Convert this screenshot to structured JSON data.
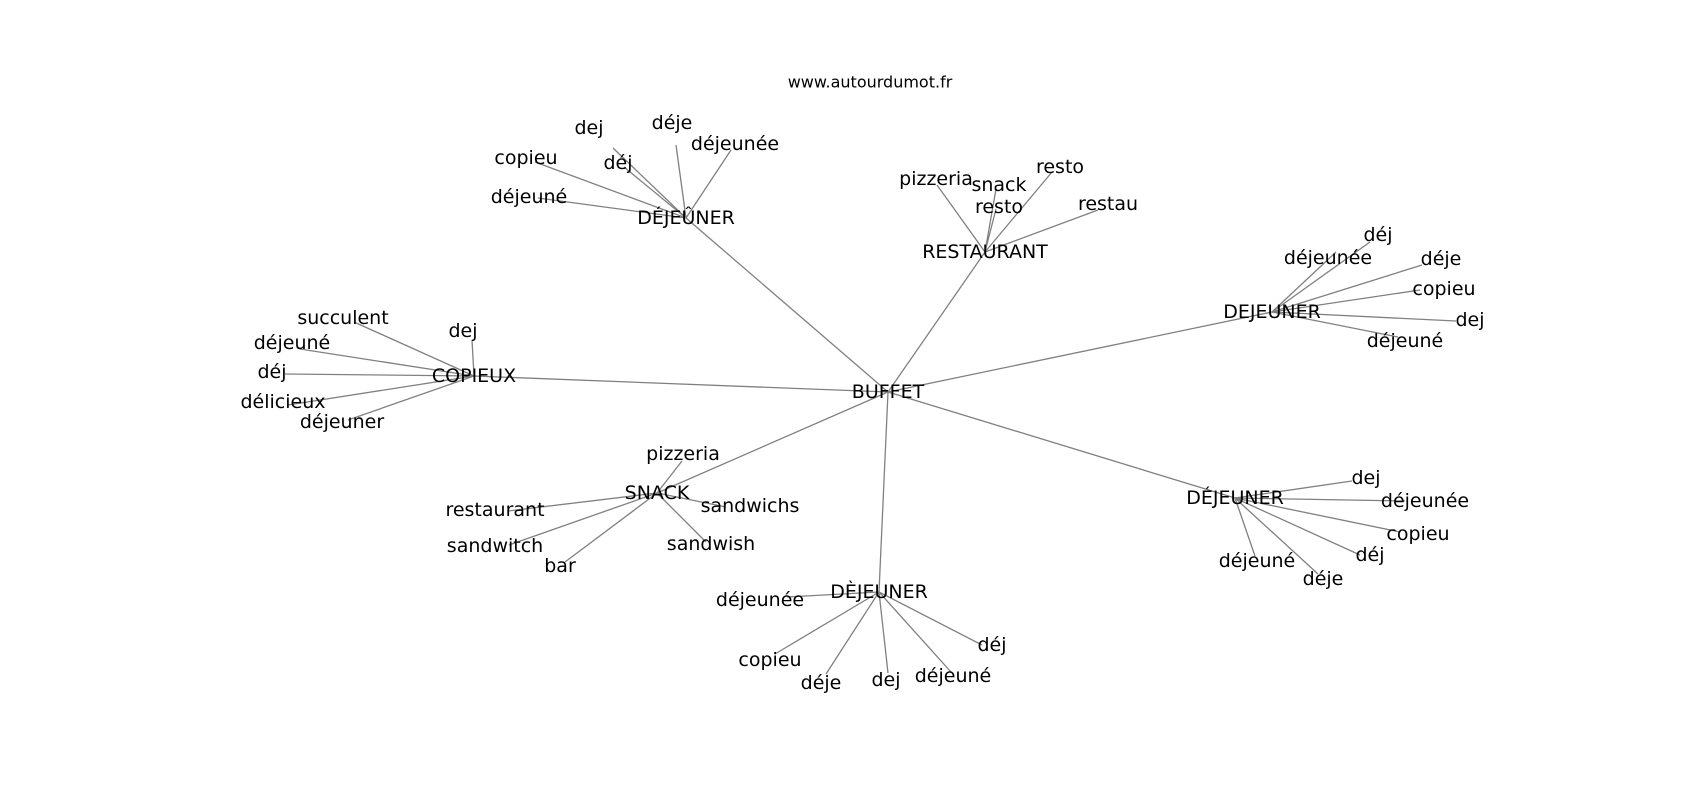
{
  "credit": "www.autourdumot.fr",
  "center": "BUFFET",
  "clusters": [
    {
      "label": "DÉJEÛNER",
      "words": [
        "dej",
        "déje",
        "déjeunée",
        "copieu",
        "déj",
        "déjeuné"
      ]
    },
    {
      "label": "RESTAURANT",
      "words": [
        "pizzeria",
        "snack",
        "resto",
        "resto",
        "restau"
      ]
    },
    {
      "label": "DEJEUNER",
      "words": [
        "déj",
        "déjeunée",
        "déje",
        "copieu",
        "dej",
        "déjeuné"
      ]
    },
    {
      "label": "COPIEUX",
      "words": [
        "succulent",
        "dej",
        "déjeuné",
        "déj",
        "délicieux",
        "déjeuner"
      ]
    },
    {
      "label": "SNACK",
      "words": [
        "pizzeria",
        "restaurant",
        "sandwichs",
        "sandwitch",
        "sandwish",
        "bar"
      ]
    },
    {
      "label": "DÉJEUNER",
      "words": [
        "dej",
        "déjeunée",
        "copieu",
        "déjeuné",
        "déj",
        "déje"
      ]
    },
    {
      "label": "DÈJEUNER",
      "words": [
        "déjeunée",
        "déj",
        "copieu",
        "déje",
        "dej",
        "déjeuné"
      ]
    }
  ]
}
